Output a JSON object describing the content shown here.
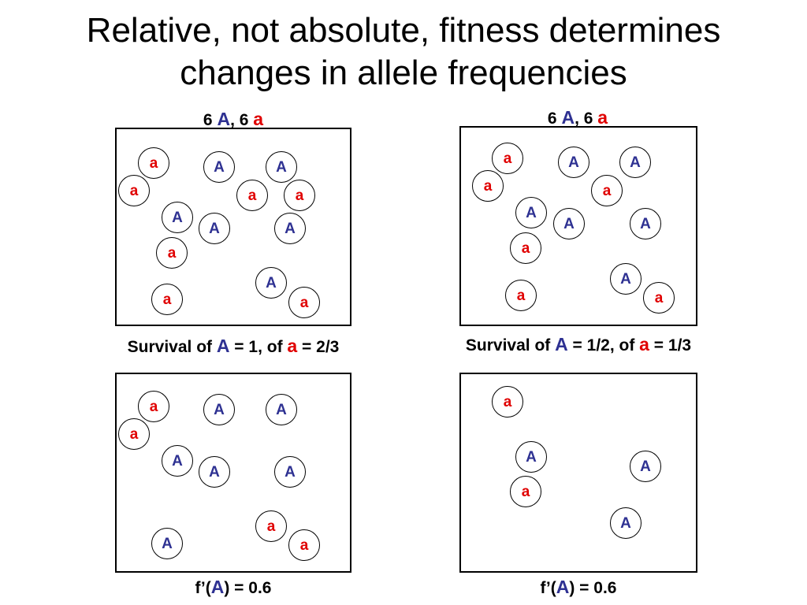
{
  "title": {
    "line1": "Relative, not absolute, fitness determines",
    "line2": "changes in allele frequencies"
  },
  "colors": {
    "A": "#2e3192",
    "a": "#e00000",
    "text": "#000000"
  },
  "labels": {
    "top_left": {
      "n_A": "6",
      "A": "A",
      "sep": ", ",
      "n_a": "6",
      "a": "a"
    },
    "top_right": {
      "n_A": "6",
      "A": "A",
      "sep": ", ",
      "n_a": "6",
      "a": "a"
    },
    "mid_left": {
      "pre": "Survival of ",
      "A": "A",
      "mid": " = 1, of ",
      "a": "a",
      "post": " = 2/3"
    },
    "mid_right": {
      "pre": "Survival of ",
      "A": "A",
      "mid": " = 1/2, of ",
      "a": "a",
      "post": " = 1/3"
    },
    "bottom_left": {
      "pre": "f’(",
      "A": "A",
      "post": ") = 0.6"
    },
    "bottom_right": {
      "pre": "f’(",
      "A": "A",
      "post": ") = 0.6"
    }
  },
  "panels": [
    {
      "id": "top-left",
      "alleles": [
        "a",
        "a",
        "A",
        "A",
        "a",
        "a",
        "A",
        "A",
        "A",
        "a",
        "A",
        "a",
        "a"
      ]
    },
    {
      "id": "top-right",
      "alleles": [
        "a",
        "a",
        "A",
        "A",
        "a",
        "A",
        "A",
        "A",
        "a",
        "A",
        "a",
        "a"
      ]
    },
    {
      "id": "bottom-left",
      "alleles": [
        "a",
        "a",
        "A",
        "A",
        "A",
        "A",
        "A",
        "a",
        "A",
        "a"
      ]
    },
    {
      "id": "bottom-right",
      "alleles": [
        "a",
        "A",
        "a",
        "A",
        "A"
      ]
    }
  ]
}
